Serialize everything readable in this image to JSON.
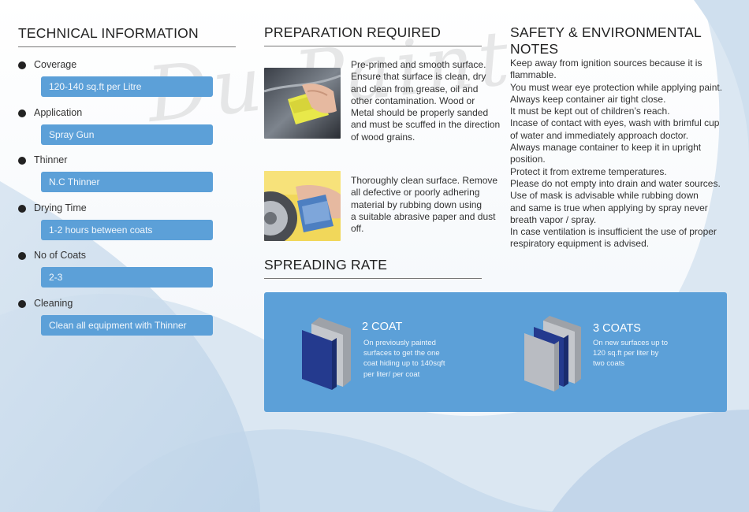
{
  "technical": {
    "heading": "TECHNICAL INFORMATION",
    "items": [
      {
        "label": "Coverage",
        "value": "120-140 sq.ft per Litre"
      },
      {
        "label": "Application",
        "value": "Spray Gun"
      },
      {
        "label": "Thinner",
        "value": "N.C Thinner"
      },
      {
        "label": "Drying Time",
        "value": "1-2 hours between coats"
      },
      {
        "label": "No of Coats",
        "value": "2-3"
      },
      {
        "label": "Cleaning",
        "value": "Clean all equipment with Thinner"
      }
    ]
  },
  "preparation": {
    "heading": "PREPARATION REQUIRED",
    "steps": [
      {
        "image_icon": "sponge-hand-photo",
        "text": [
          "Pre-primed and smooth surface.",
          "Ensure that surface is clean, dry",
          "and clean from grease, oil and",
          "other contamination. Wood or",
          "Metal should be properly sanded",
          "and must be scuffed in the direction",
          "of wood grains."
        ]
      },
      {
        "image_icon": "cloth-wheel-photo",
        "text": [
          "Thoroughly clean surface. Remove",
          "all defective or poorly adhering",
          "material by rubbing down using",
          "a suitable abrasive paper and dust",
          "off."
        ]
      }
    ]
  },
  "safety": {
    "heading": "SAFETY & ENVIRONMENTAL NOTES",
    "lines": [
      "Keep away from ignition sources because it is",
      "flammable.",
      "You must wear eye protection while applying paint.",
      "Always keep container air tight close.",
      "It must be kept out of children’s reach.",
      "Incase of contact with eyes, wash with brimful cup",
      "of water and immediately approach doctor.",
      "Always manage container to keep it in upright",
      "position.",
      "Protect it from extreme temperatures.",
      "Please do not empty into drain and water sources.",
      "Use of mask is advisable while rubbing down",
      "and same is true when applying by spray never",
      "breath vapor / spray.",
      "In case ventilation is insufficient the use of proper",
      "respiratory equipment is advised."
    ]
  },
  "spreading": {
    "heading": "SPREADING RATE",
    "items": [
      {
        "title": "2 COAT",
        "desc": [
          "On previously painted",
          "surfaces to get the one",
          "coat hiding up to 140sqft",
          "per liter/ per coat"
        ],
        "icon": "two-layer-icon"
      },
      {
        "title": "3 COATS",
        "desc": [
          "On new surfaces up to",
          "120 sq.ft per liter by",
          "two coats"
        ],
        "icon": "three-layer-icon"
      }
    ]
  },
  "colors": {
    "accent": "#5ca0d8",
    "panel": "#5ca0d8",
    "background": "#e6eef6",
    "layer_dark": "#2b3f97",
    "layer_gray": "#b9bcc2"
  }
}
